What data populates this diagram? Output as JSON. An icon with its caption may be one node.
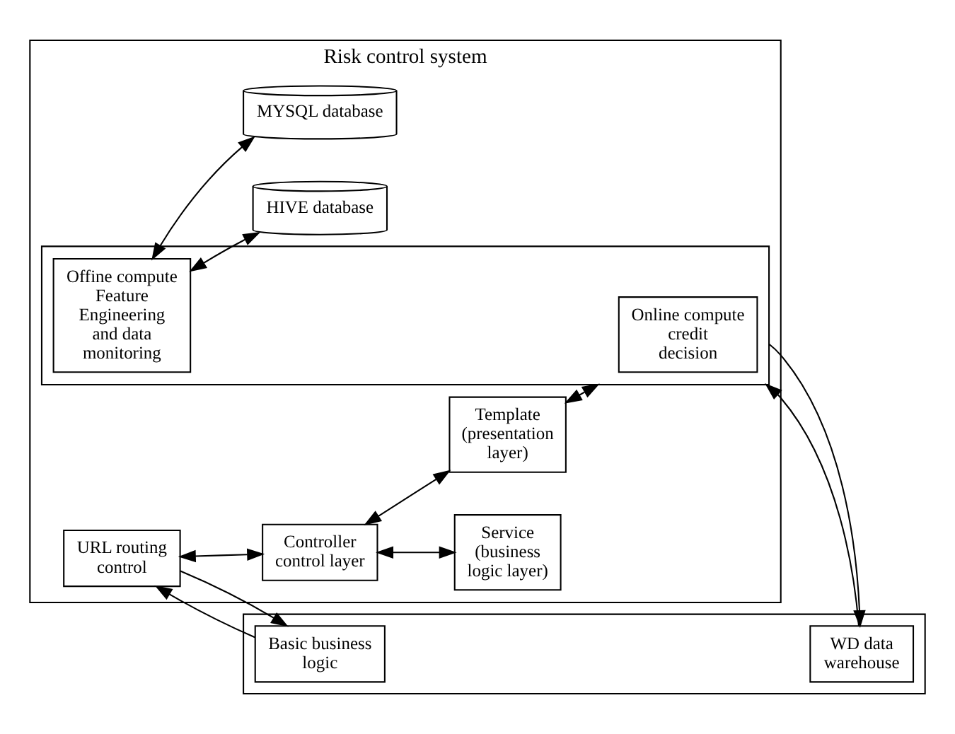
{
  "diagram": {
    "nodes": [
      {
        "text": [
          "Risk control system"
        ]
      },
      {
        "text": [
          "URL routing control"
        ],
        "in": 0
      },
      {
        "text": [
          "Controller control layer"
        ],
        "in": 0
      },
      {
        "text": [
          "Service (business logic layer)"
        ],
        "in": 0
      },
      {
        "text": [
          "Template (presentation layer)"
        ],
        "in": 0
      },
      {
        "text": [],
        "shape": "box",
        "in": 0
      },
      {
        "text": [
          "Offine compute Feature Engineering and data monitoring"
        ],
        "in": 5
      },
      {
        "text": [
          "Online compute credit decision"
        ],
        "in": 5
      },
      {
        "text": [
          "HIVE database"
        ],
        "in": 0
      },
      {
        "text": [
          "MYSQL database"
        ],
        "in": 0
      },
      {
        "text": [],
        "shape": "box"
      },
      {
        "text": [
          "Basic business logic"
        ],
        "in": 10
      },
      {
        "text": [
          "WD data warehouse"
        ],
        "in": 10
      }
    ],
    "edges": [
      {
        "from": 1,
        "to": 2,
        "arrow": "both"
      },
      {
        "from": 2,
        "to": 3,
        "arrow": "both"
      },
      {
        "from": 2,
        "to": 4,
        "arrow": "both"
      },
      {
        "from": 4,
        "to": 5,
        "arrow": "both"
      },
      {
        "from": 6,
        "to": 8,
        "arrow": "both"
      },
      {
        "from": 6,
        "to": 9,
        "arrow": "both"
      },
      {
        "from": 1,
        "to": 11,
        "arrow": "to"
      },
      {
        "from": 11,
        "to": 1,
        "arrow": "to"
      },
      {
        "from": 5,
        "to": 12,
        "arrow": "to"
      },
      {
        "from": 12,
        "to": 5,
        "arrow": "to"
      }
    ]
  }
}
